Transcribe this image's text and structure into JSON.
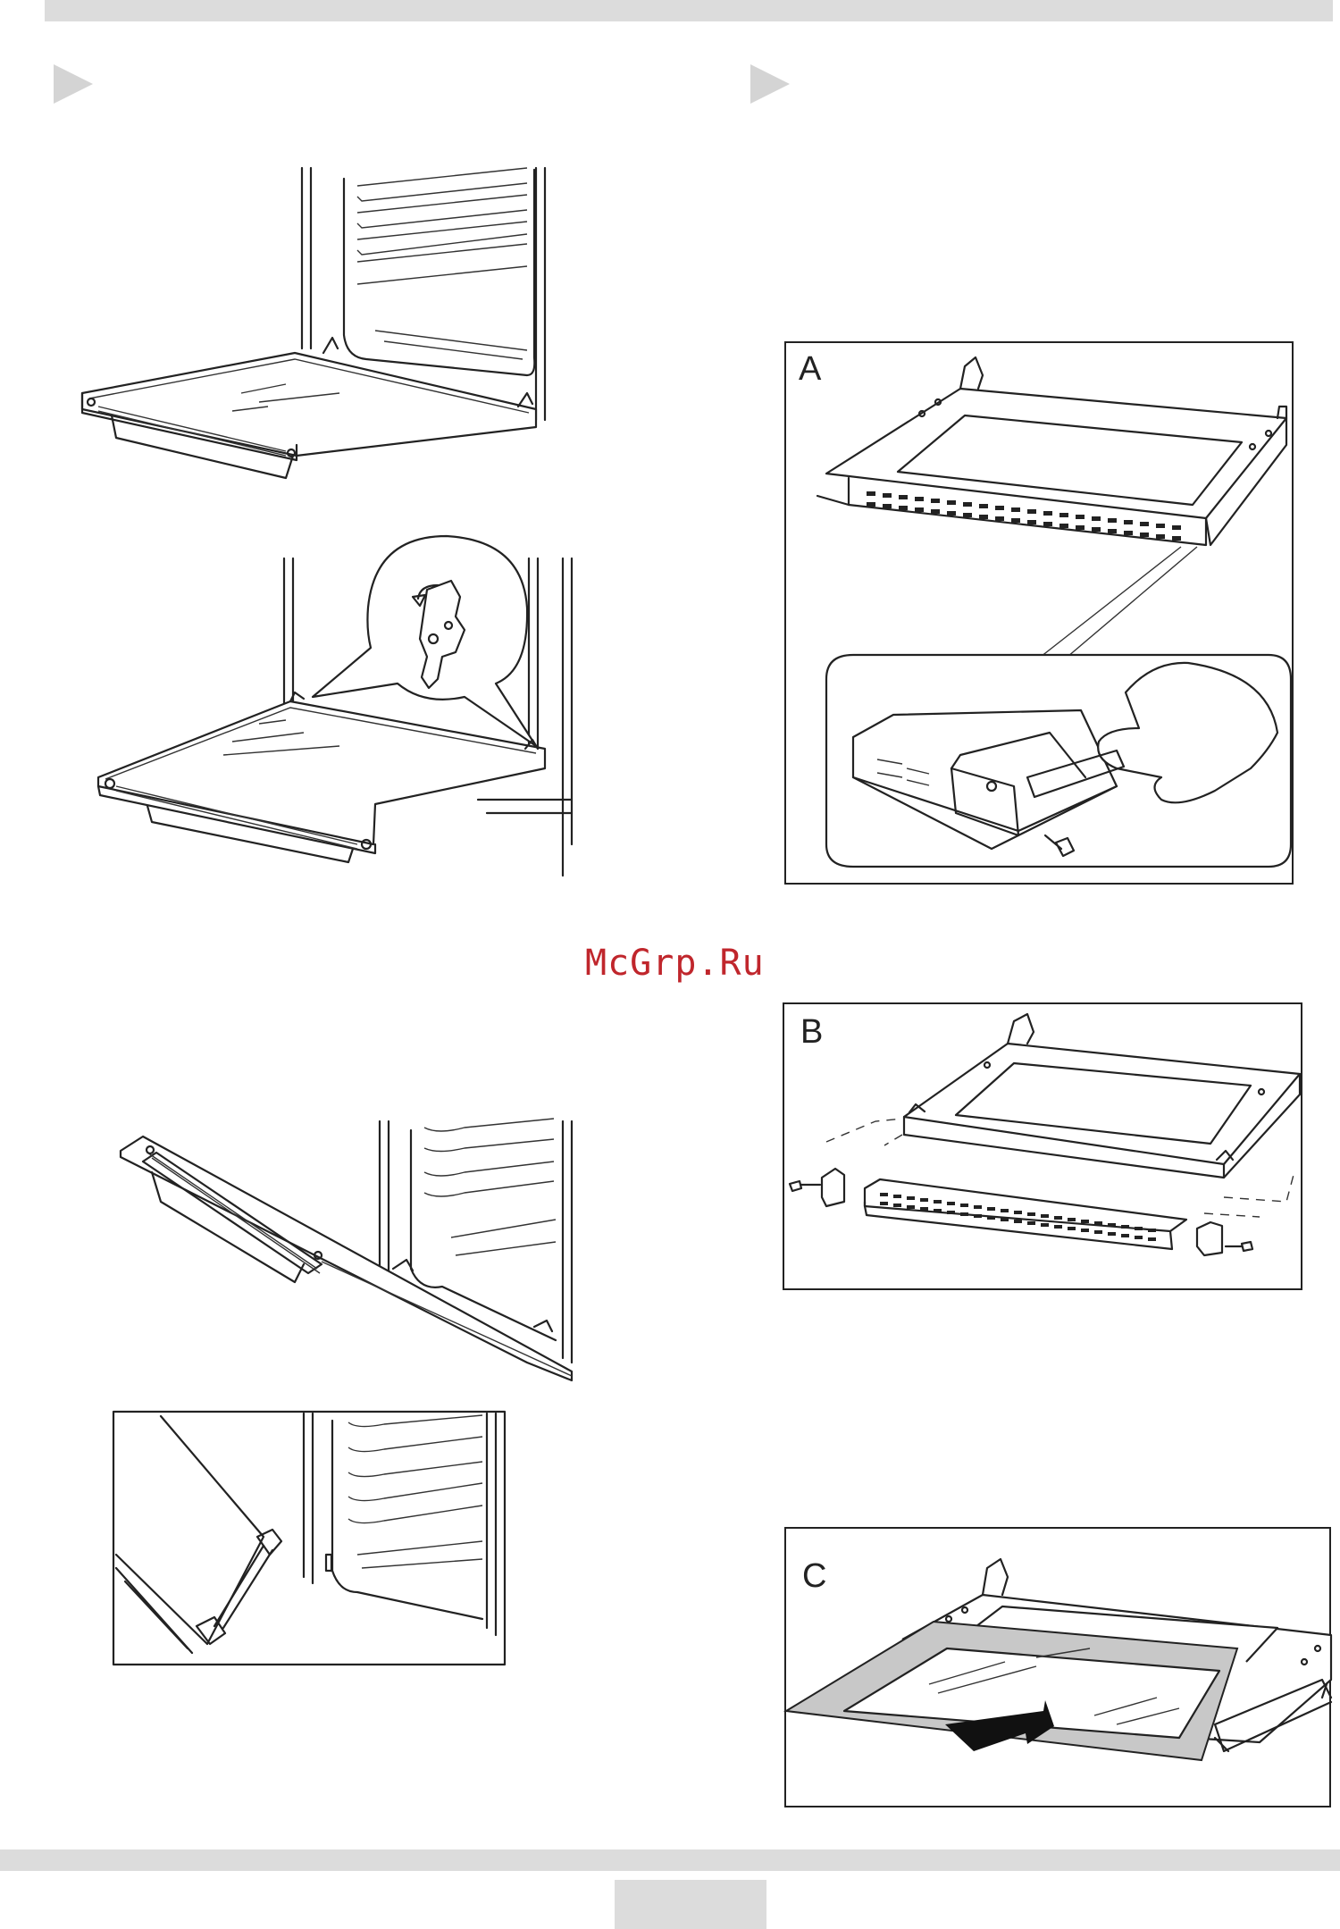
{
  "panels": [
    {
      "label": "A"
    },
    {
      "label": "B"
    },
    {
      "label": "C"
    }
  ],
  "watermark": {
    "text": "McGrp.Ru"
  },
  "colors": {
    "band": "#dcdcdc",
    "section_arrow": "#d4d4d4",
    "watermark": "#c0262c",
    "glass_frame": "#c8c8c8"
  },
  "icons": {
    "section_marker": "triangle-arrow-icon",
    "rotate_hint": "curved-arrow-icon",
    "pull_direction": "arrow-icon"
  }
}
